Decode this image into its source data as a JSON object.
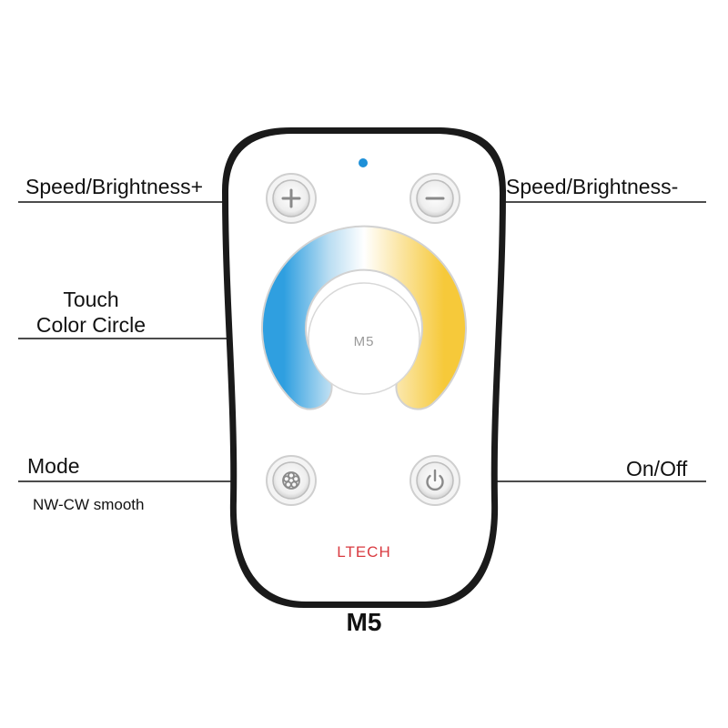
{
  "labels": {
    "speed_brightness_plus": "Speed/Brightness+",
    "speed_brightness_minus": "Speed/Brightness-",
    "touch_color_circle_line1": "Touch",
    "touch_color_circle_line2": "Color Circle",
    "mode": "Mode",
    "mode_sub": "NW-CW smooth",
    "on_off": "On/Off"
  },
  "remote": {
    "center_text": "M5",
    "brand": "LTECH",
    "model_name": "M5",
    "led_color": "#1e90d8",
    "brand_color": "#d93a40"
  },
  "icons": {
    "plus": "plus-icon",
    "minus": "minus-icon",
    "mode": "flower-icon",
    "power": "power-icon"
  }
}
